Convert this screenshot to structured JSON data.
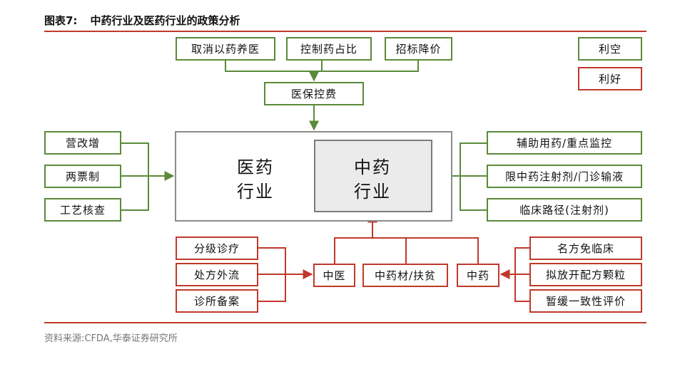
{
  "title": {
    "label": "图表7:",
    "text": "中药行业及医药行业的政策分析"
  },
  "source": "资料来源:CFDA,华泰证券研究所",
  "colors": {
    "negative": "#5b8a3a",
    "positive": "#c0392b",
    "rule": "#c0392b"
  },
  "legend": {
    "negative": "利空",
    "positive": "利好"
  },
  "top_policies": [
    "取消以药养医",
    "控制药占比",
    "招标降价"
  ],
  "cost_control": "医保控费",
  "left_policies": [
    "营改增",
    "两票制",
    "工艺核查"
  ],
  "right_policies": [
    "辅助用药/重点监控",
    "限中药注射剂/门诊输液",
    "临床路径(注射剂)"
  ],
  "pharma_industry": {
    "line1": "医药",
    "line2": "行业"
  },
  "tcm_industry": {
    "line1": "中药",
    "line2": "行业"
  },
  "middle_boxes": {
    "tcm_doctor": "中医",
    "herbs": "中药材/扶贫",
    "tcm": "中药"
  },
  "bottom_left_policies": [
    "分级诊疗",
    "处方外流",
    "诊所备案"
  ],
  "bottom_right_policies": [
    "名方免临床",
    "拟放开配方颗粒",
    "暂缓一致性评价"
  ]
}
